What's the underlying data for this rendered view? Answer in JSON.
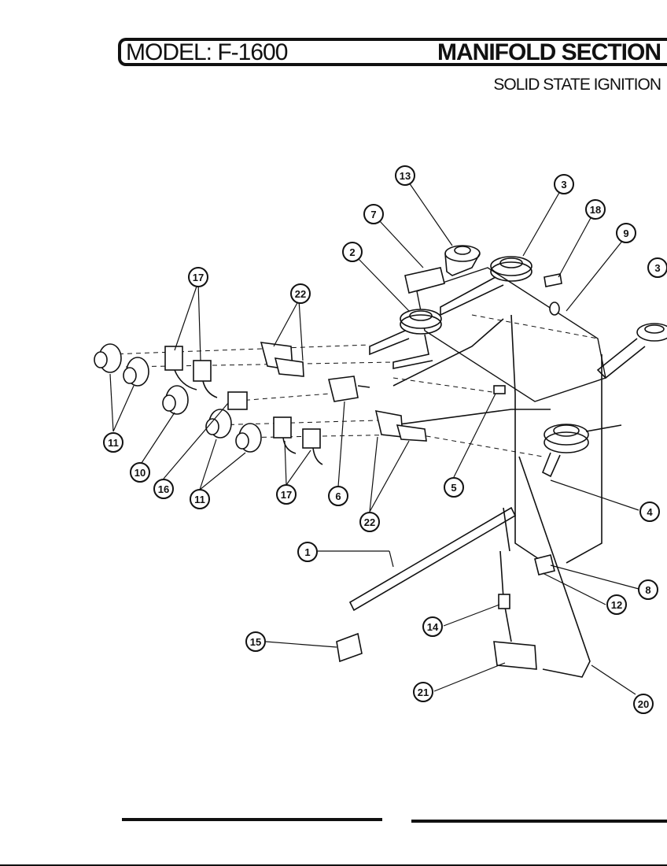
{
  "header": {
    "model": "MODEL: F-1600",
    "section": "MANIFOLD SECTION",
    "subtitle": "SOLID STATE IGNITION"
  },
  "callouts": [
    "13",
    "3",
    "18",
    "7",
    "9",
    "2",
    "3",
    "17",
    "22",
    "11",
    "10",
    "16",
    "11",
    "17",
    "6",
    "5",
    "22",
    "4",
    "1",
    "8",
    "12",
    "14",
    "15",
    "21",
    "20"
  ]
}
